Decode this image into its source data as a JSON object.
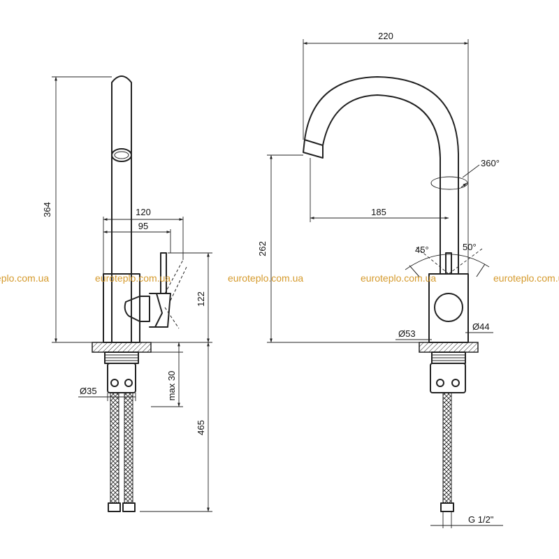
{
  "watermark": "euroteplo.com.ua",
  "dimensions": {
    "side_height": "364",
    "lever_reach": "120",
    "lever_offset": "95",
    "body_height": "122",
    "max_thickness": "max 30",
    "hose_diameter": "Ø35",
    "hose_length": "465",
    "total_width": "220",
    "spout_height": "262",
    "spout_reach": "185",
    "rotation": "360°",
    "angle_left": "45°",
    "angle_right": "50°",
    "base_diameter": "Ø53",
    "body_diameter": "Ø44",
    "thread": "G 1/2\""
  },
  "colors": {
    "line": "#222222",
    "watermark": "#d59a2c"
  }
}
